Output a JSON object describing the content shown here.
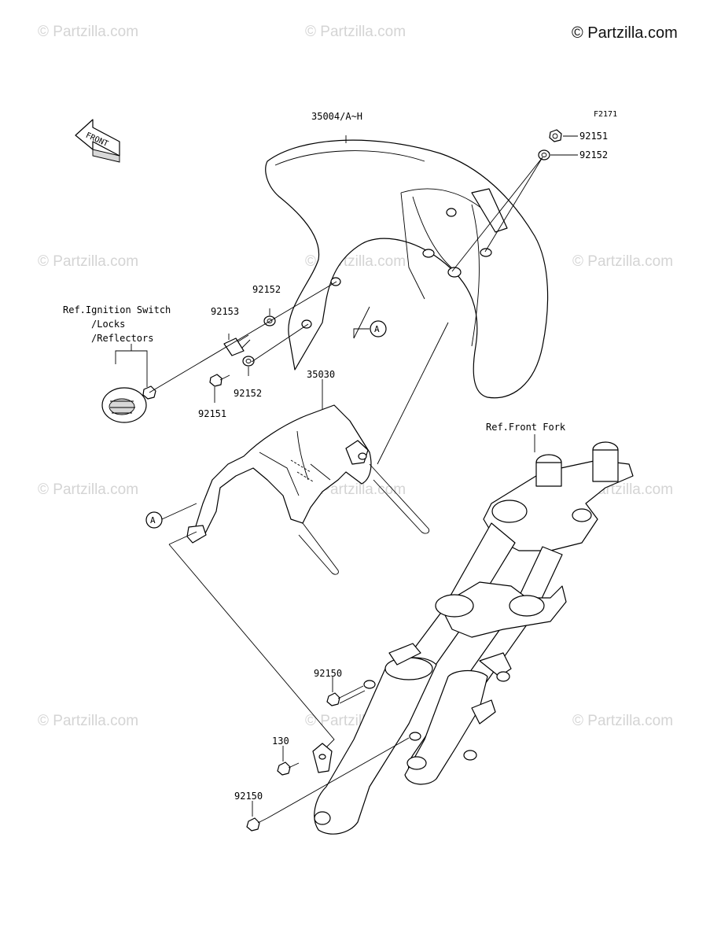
{
  "copyright": "© Partzilla.com",
  "watermark": "© Partzilla.com",
  "figure_code": "F2171",
  "front_arrow_label": "FRONT",
  "callout_letter": "A",
  "labels": {
    "fender": "35004/A~H",
    "bolt_top": "92151",
    "washer_top": "92152",
    "washer_mid": "92152",
    "collar": "92153",
    "washer_low": "92152",
    "bolt_low": "92151",
    "bracket": "35030",
    "ref_ignition_1": "Ref.Ignition Switch",
    "ref_ignition_2": "/Locks",
    "ref_ignition_3": "/Reflectors",
    "ref_fork": "Ref.Front Fork",
    "bolt_fork_upper": "92150",
    "bolt_130": "130",
    "bolt_fork_lower": "92150"
  }
}
